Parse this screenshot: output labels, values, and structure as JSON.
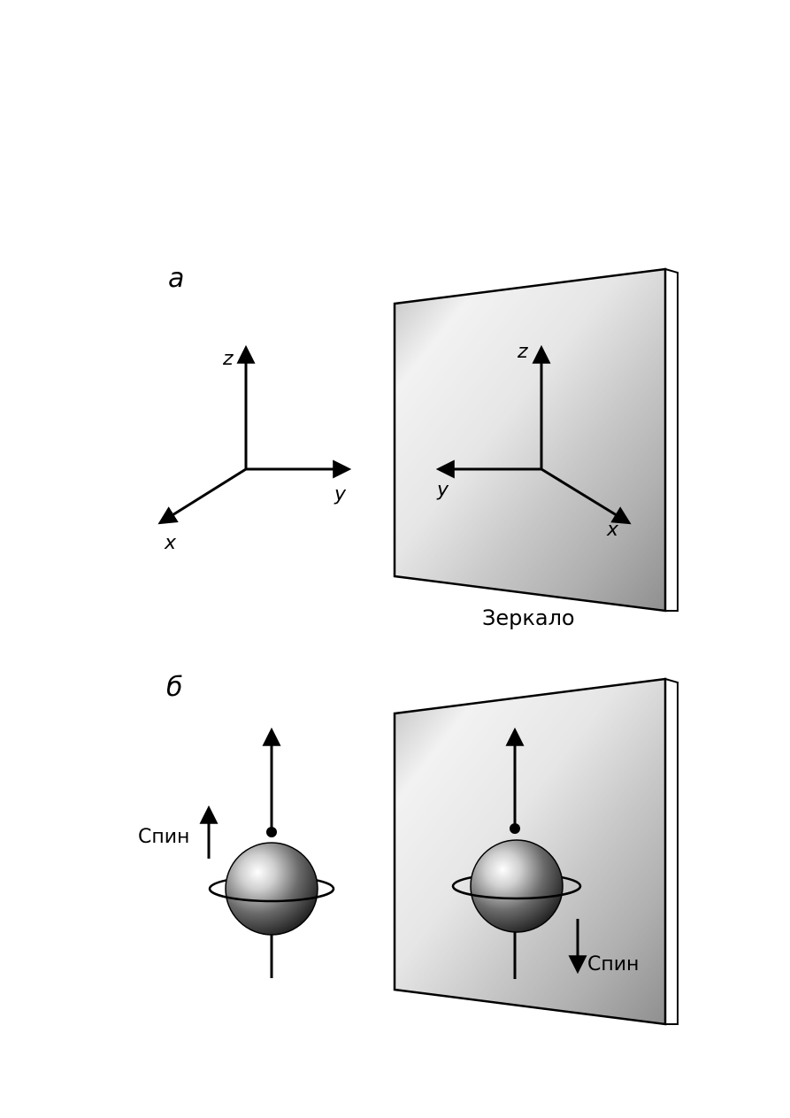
{
  "panel_a": {
    "label": "а",
    "real_axes": {
      "z": "z",
      "y": "y",
      "x": "x"
    },
    "mirror_axes": {
      "z": "z",
      "y": "y",
      "x": "x"
    },
    "mirror_caption": "Зеркало"
  },
  "panel_b": {
    "label": "б",
    "real_spin_label": "Спин",
    "mirror_spin_label": "Спин"
  }
}
